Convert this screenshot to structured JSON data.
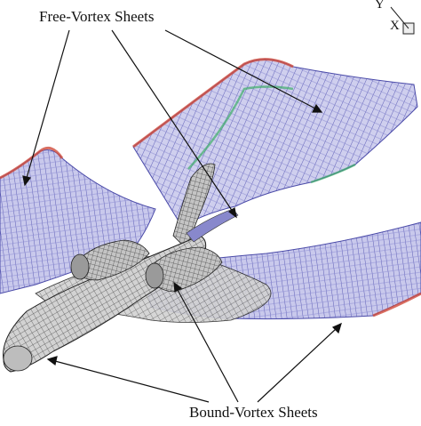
{
  "labels": {
    "free_vortex": "Free-Vortex Sheets",
    "bound_vortex": "Bound-Vortex Sheets"
  },
  "axes": {
    "y": "Y",
    "x": "X"
  },
  "colors": {
    "sheet_fill": "#c8c8ea",
    "sheet_line": "#5a5ab4",
    "fuselage_fill": "#cfcfcf",
    "fuselage_line": "#2a2a2a",
    "edge_red": "#d04a3a",
    "edge_green": "#3fae6a"
  }
}
